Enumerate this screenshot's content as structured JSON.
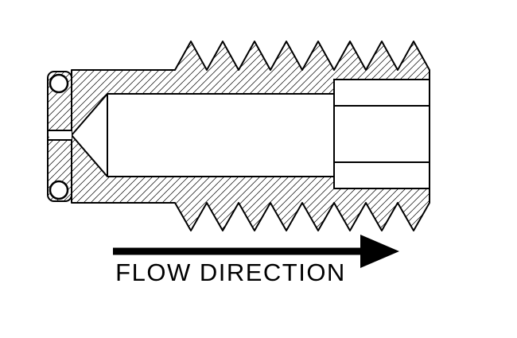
{
  "diagram": {
    "type": "engineering-cross-section",
    "subject": "threaded check-valve fitting cross section",
    "label": "FLOW DIRECTION",
    "colors": {
      "line": "#000000",
      "background": "#ffffff"
    },
    "parts": {
      "end_cap": "o-ring end cap",
      "o_rings": "o-ring seals (top and bottom)",
      "body": "externally threaded body",
      "bore": "center bore with conical drill point",
      "socket": "internal hex socket",
      "orifice": "inlet orifice",
      "arrow": "flow direction arrow"
    }
  }
}
